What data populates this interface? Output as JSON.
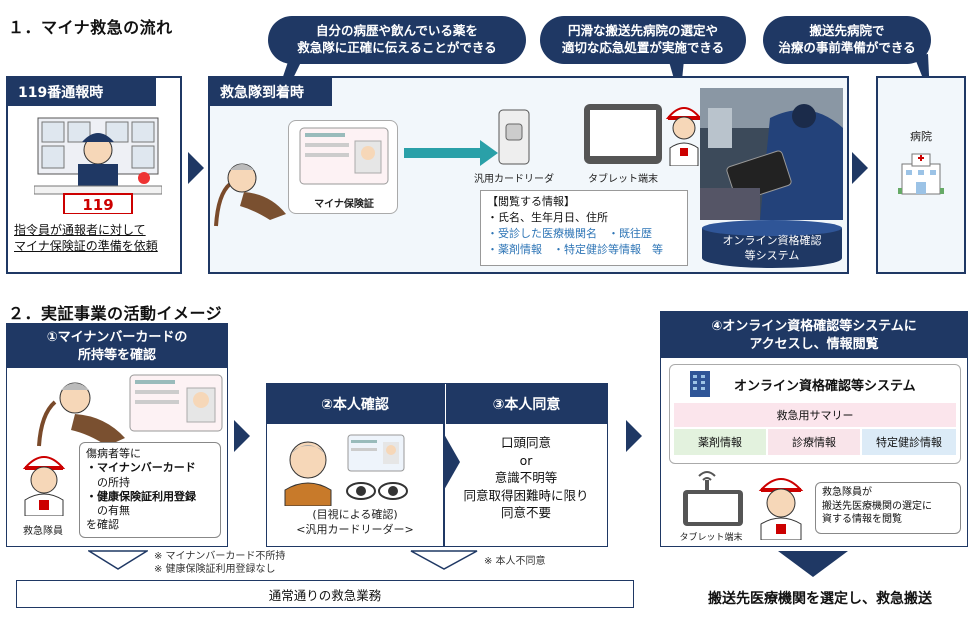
{
  "section1": {
    "title": "１．マイナ救急の流れ",
    "bubbles": {
      "b1": "自分の病歴や飲んでいる薬を\n救急隊に正確に伝えることができる",
      "b2": "円滑な搬送先病院の選定や\n適切な応急処置が実施できる",
      "b3": "搬送先病院で\n治療の事前準備ができる"
    },
    "call_box": {
      "header": "119番通報時",
      "sign": "119",
      "caption_line1": "指令員が通報者に対して",
      "caption_line2": "マイナ保険証の準備を依頼"
    },
    "arrival_box": {
      "header": "救急隊到着時",
      "card_label": "マイナ保険証",
      "reader_label": "汎用カードリーダー",
      "tablet_label": "タブレット端末",
      "info_title": "【閲覧する情報】",
      "info_line1": "・氏名、生年月日、住所",
      "info_line2": "・受診した医療機関名　・既往歴",
      "info_line3": "・薬剤情報　・特定健診等情報　等",
      "system_line1": "オンライン資格確認",
      "system_line2": "等システム"
    },
    "hospital": {
      "label": "病院"
    }
  },
  "section2": {
    "title": "２．実証事業の活動イメージ",
    "step1": {
      "header_line1": "①マイナンバーカードの",
      "header_line2": "所持等を確認",
      "person_label": "救急隊員",
      "text_line1": "傷病者等に",
      "text_line2": "・マイナンバーカード",
      "text_line3": "　の所持",
      "text_line4": "・健康保険証利用登録",
      "text_line5": "　の有無",
      "text_line6": "を確認"
    },
    "step2": {
      "header": "②本人確認",
      "caption_line1": "(目視による確認)",
      "caption_line2": "<汎用カードリーダー>"
    },
    "step3": {
      "header": "③本人同意",
      "line1": "口頭同意",
      "line2": "or",
      "line3": "意識不明等",
      "line4": "同意取得困難時に限り",
      "line5": "同意不要"
    },
    "step4": {
      "header_line1": "④オンライン資格確認等システムに",
      "header_line2": "アクセスし、情報閲覧",
      "system_name": "オンライン資格確認等システム",
      "summary": "救急用サマリー",
      "tabs": [
        "薬剤情報",
        "診療情報",
        "特定健診情報"
      ],
      "tablet_label": "タブレット端末",
      "member_line1": "救急隊員が",
      "member_line2": "搬送先医療機関の選定に",
      "member_line3": "資する情報を閲覧"
    },
    "notes": {
      "note1": "※ マイナンバーカード不所持",
      "note2": "※ 健康保険証利用登録なし",
      "note3": "※ 本人不同意"
    },
    "normal_ops": "通常通りの救急業務",
    "final": "搬送先医療機関を選定し、救急搬送"
  },
  "colors": {
    "navy": "#1f3864",
    "light_blue": "#e8f1fa",
    "teal": "#2aa0a8",
    "tab_green": "#e3f2de",
    "tab_pink": "#f9e4ea",
    "tab_blue": "#dcebf7"
  }
}
